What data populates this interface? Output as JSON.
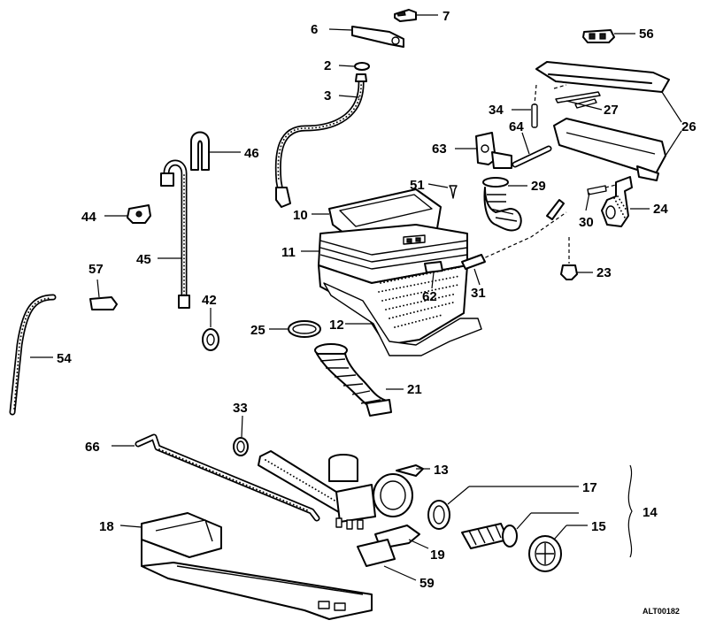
{
  "diagram": {
    "drawing_code": "ALT00182",
    "labels": {
      "p2": "2",
      "p3": "3",
      "p6": "6",
      "p7": "7",
      "p10": "10",
      "p11": "11",
      "p12": "12",
      "p13": "13",
      "p14": "14",
      "p15": "15",
      "p17": "17",
      "p18": "18",
      "p19": "19",
      "p21": "21",
      "p23": "23",
      "p24": "24",
      "p25": "25",
      "p26": "26",
      "p27": "27",
      "p29": "29",
      "p30": "30",
      "p31": "31",
      "p33": "33",
      "p34": "34",
      "p42": "42",
      "p44": "44",
      "p45": "45",
      "p46": "46",
      "p51": "51",
      "p54": "54",
      "p56": "56",
      "p57": "57",
      "p59": "59",
      "p62": "62",
      "p63": "63",
      "p64": "64",
      "p66": "66"
    }
  }
}
